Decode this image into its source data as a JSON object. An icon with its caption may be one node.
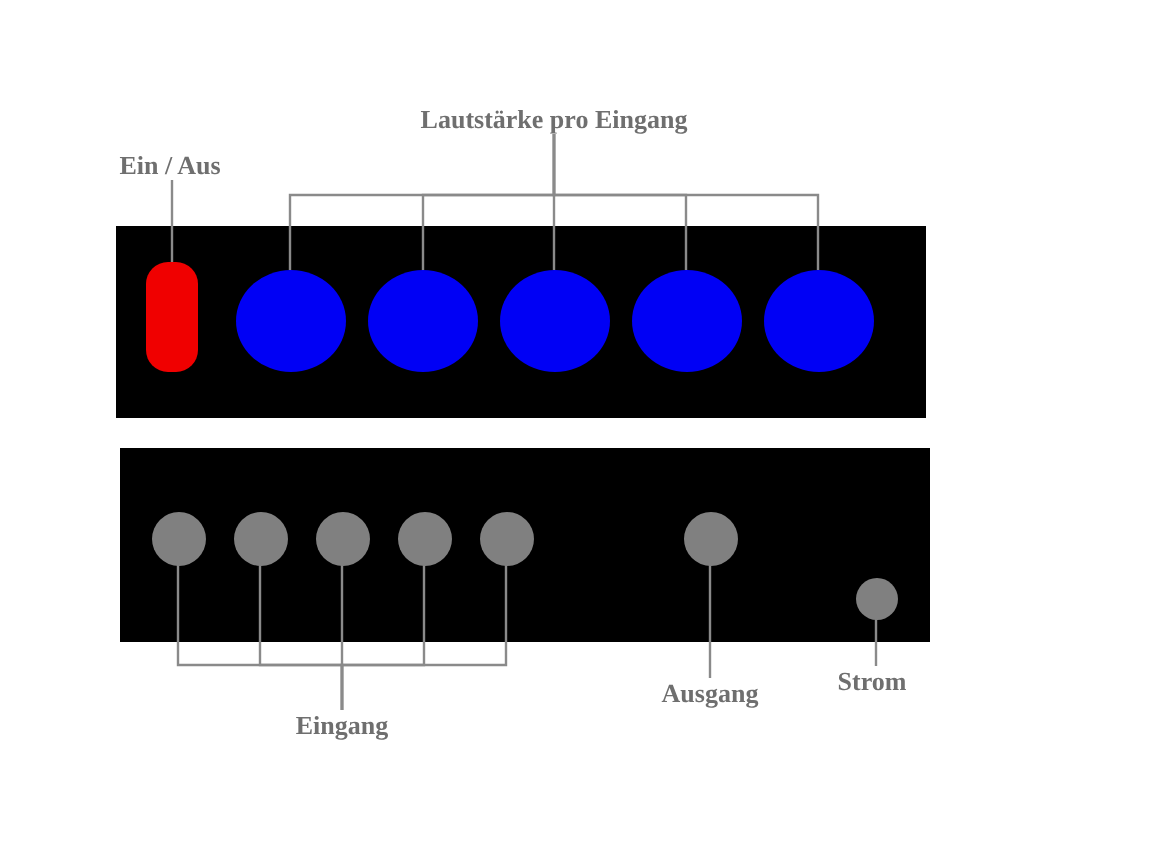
{
  "diagram": {
    "nodes": [
      {
        "text": [
          "Lautstärke pro Eingang"
        ]
      },
      {
        "text": [
          "Ein / Aus"
        ]
      },
      {
        "text": [],
        "shape": "box"
      },
      {
        "text": [],
        "shape": "circle"
      },
      {
        "text": [],
        "shape": "circle"
      },
      {
        "text": [],
        "shape": "circle"
      },
      {
        "text": [],
        "shape": "circle"
      },
      {
        "text": [],
        "shape": "circle"
      },
      {
        "text": [],
        "shape": "circle"
      },
      {
        "text": [],
        "shape": "circle"
      },
      {
        "text": [],
        "shape": "circle"
      },
      {
        "text": [],
        "shape": "circle"
      },
      {
        "text": [],
        "shape": "circle"
      },
      {
        "text": [],
        "shape": "circle"
      },
      {
        "text": [],
        "shape": "circle"
      },
      {
        "text": [
          "Ausgang"
        ]
      },
      {
        "text": [
          "Strom"
        ]
      },
      {
        "text": [
          "Eingang"
        ]
      }
    ],
    "edges": [
      {
        "from": 1,
        "to": 2,
        "arrow": "none"
      },
      {
        "from": 0,
        "to": 3,
        "arrow": "none"
      },
      {
        "from": 0,
        "to": 4,
        "arrow": "none"
      },
      {
        "from": 0,
        "to": 5,
        "arrow": "none"
      },
      {
        "from": 0,
        "to": 6,
        "arrow": "none"
      },
      {
        "from": 0,
        "to": 7,
        "arrow": "none"
      },
      {
        "from": 17,
        "to": 8,
        "arrow": "none"
      },
      {
        "from": 17,
        "to": 9,
        "arrow": "none"
      },
      {
        "from": 17,
        "to": 10,
        "arrow": "none"
      },
      {
        "from": 17,
        "to": 11,
        "arrow": "none"
      },
      {
        "from": 17,
        "to": 12,
        "arrow": "none"
      },
      {
        "from": 15,
        "to": 13,
        "arrow": "none"
      },
      {
        "from": 16,
        "to": 14,
        "arrow": "none"
      }
    ]
  }
}
